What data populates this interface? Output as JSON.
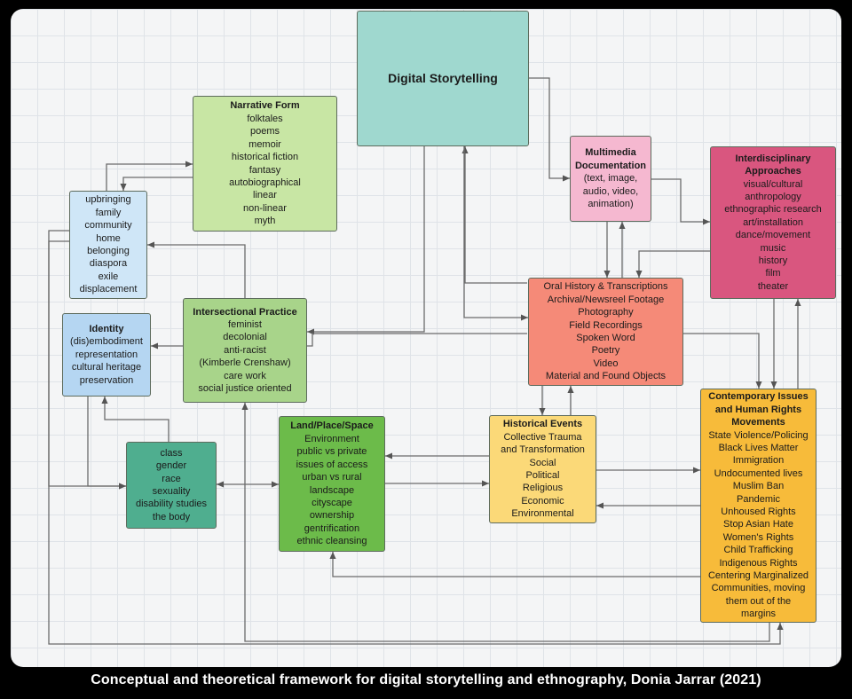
{
  "caption": "Conceptual and theoretical framework for digital storytelling and ethnography, Donia Jarrar (2021)",
  "colors": {
    "canvas": "#f4f5f6",
    "frame": "#000000",
    "arrow": "#6b6b6b"
  },
  "nodes": [
    {
      "id": "digital",
      "title": "Digital Storytelling",
      "items": [],
      "fill": "#9fd8cf"
    },
    {
      "id": "narrative",
      "title": "Narrative Form",
      "items": [
        "folktales",
        "poems",
        "memoir",
        "historical fiction",
        "fantasy",
        "autobiographical",
        "linear",
        "non-linear",
        "myth"
      ],
      "fill": "#c8e6a4"
    },
    {
      "id": "upbringing",
      "title": "",
      "items": [
        "upbringing",
        "family",
        "community",
        "home",
        "belonging",
        "diaspora",
        "exile",
        "displacement"
      ],
      "fill": "#cfe6f7"
    },
    {
      "id": "identity",
      "title": "Identity",
      "items": [
        "(dis)embodiment",
        "representation",
        "cultural heritage",
        "preservation"
      ],
      "fill": "#b5d6f2"
    },
    {
      "id": "intersectional",
      "title": "Intersectional Practice",
      "items": [
        "feminist",
        "decolonial",
        "anti-racist",
        "(Kimberle Crenshaw)",
        "care work",
        "social justice oriented"
      ],
      "fill": "#a8d48a"
    },
    {
      "id": "class",
      "title": "",
      "items": [
        "class",
        "gender",
        "race",
        "sexuality",
        "disability studies",
        "the body"
      ],
      "fill": "#4fae8f"
    },
    {
      "id": "land",
      "title": "Land/Place/Space",
      "items": [
        "Environment",
        "public vs private",
        "issues of access",
        "urban vs rural",
        "landscape",
        "cityscape",
        "ownership",
        "gentrification",
        "ethnic cleansing"
      ],
      "fill": "#6cbb4a"
    },
    {
      "id": "multimedia",
      "title": "Multimedia Documentation",
      "items": [
        "(text, image,",
        "audio, video,",
        "animation)"
      ],
      "fill": "#f5b8d0"
    },
    {
      "id": "interdisciplinary",
      "title": "Interdisciplinary Approaches",
      "items": [
        "visual/cultural",
        "anthropology",
        "ethnographic research",
        "art/installation",
        "dance/movement",
        "music",
        "history",
        "film",
        "theater"
      ],
      "fill": "#d9567f"
    },
    {
      "id": "oral",
      "title": "",
      "items": [
        "Oral History & Transcriptions",
        "Archival/Newsreel Footage",
        "Photography",
        "Field Recordings",
        "Spoken Word",
        "Poetry",
        "Video",
        "Material and Found Objects"
      ],
      "fill": "#f58a78"
    },
    {
      "id": "historical",
      "title": "Historical Events",
      "items": [
        "Collective Trauma",
        "and Transformation",
        "Social",
        "Political",
        "Religious",
        "Economic",
        "Environmental"
      ],
      "fill": "#fbd978"
    },
    {
      "id": "contemporary",
      "title": "Contemporary Issues and Human Rights Movements",
      "items": [
        "State Violence/Policing",
        "Black Lives Matter",
        "Immigration",
        "Undocumented lives",
        "Muslim Ban",
        "Pandemic",
        "Unhoused Rights",
        "Stop Asian Hate",
        "Women's Rights",
        "Child Trafficking",
        "Indigenous Rights",
        "Centering Marginalized",
        "Communities, moving",
        "them out of the",
        "margins"
      ],
      "fill": "#f7bb3a"
    }
  ]
}
